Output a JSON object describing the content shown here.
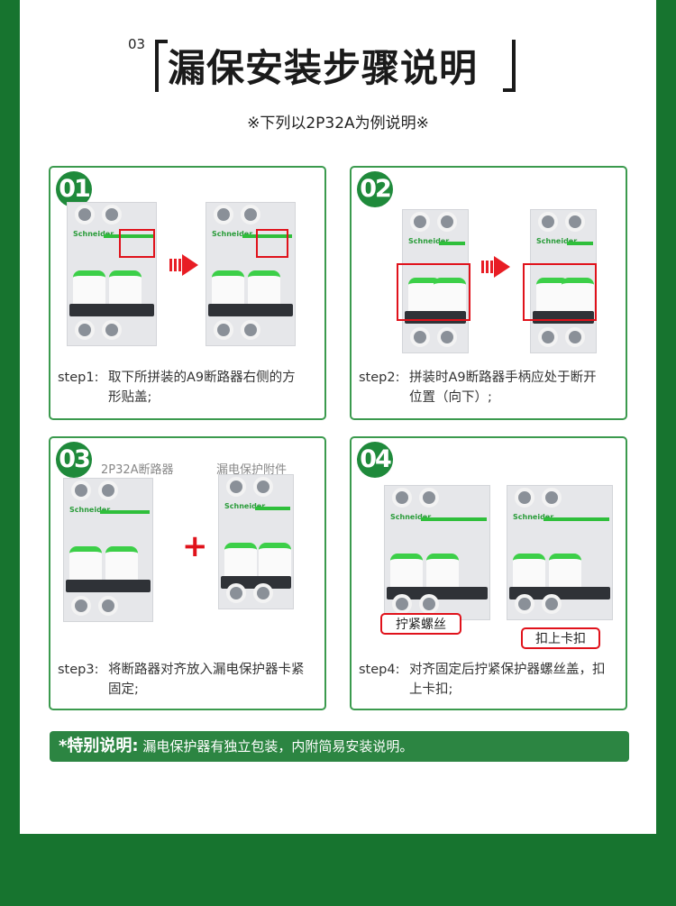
{
  "header": {
    "section_number": "03",
    "title": "漏保安装步骤说明",
    "subtitle": "※下列以2P32A为例说明※"
  },
  "steps": [
    {
      "badge": "01",
      "key": "step1:",
      "text": "取下所拼装的A9断路器右侧的方形贴盖;"
    },
    {
      "badge": "02",
      "key": "step2:",
      "text": "拼装时A9断路器手柄应处于断开位置（向下）;"
    },
    {
      "badge": "03",
      "key": "step3:",
      "text": "将断路器对齐放入漏电保护器卡紧固定;",
      "label_left": "2P32A断路器",
      "label_right": "漏电保护附件"
    },
    {
      "badge": "04",
      "key": "step4:",
      "text": "对齐固定后拧紧保护器螺丝盖，扣上卡扣;",
      "callout_1": "拧紧螺丝",
      "callout_2": "扣上卡扣"
    }
  ],
  "product": {
    "brand": "Schneider"
  },
  "note": {
    "label": "*特别说明:",
    "text": "漏电保护器有独立包装，内附简易安装说明。"
  },
  "colors": {
    "green": "#1f8a3b",
    "red": "#e0121b",
    "frame": "#17742f"
  }
}
